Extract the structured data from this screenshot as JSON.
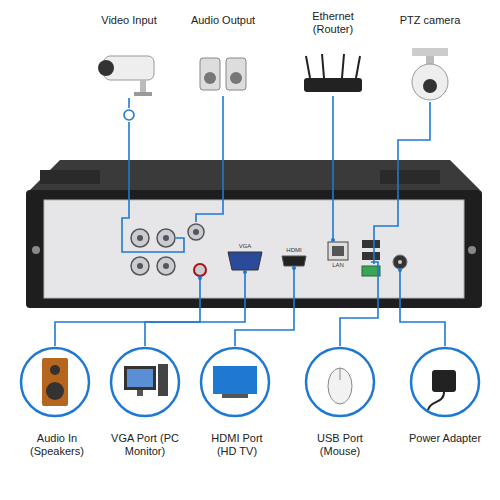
{
  "diagram": {
    "labels": [
      "Video Input",
      "Audio Output",
      "Ethernet (Router)",
      "PTZ camera",
      "Audio In (Speakers)",
      "VGA Port (PC Monitor)",
      "HDMI Port (HD TV)",
      "USB Port (Mouse)",
      "Power Adapter",
      "VGA",
      "HDMI",
      "LAN"
    ]
  }
}
